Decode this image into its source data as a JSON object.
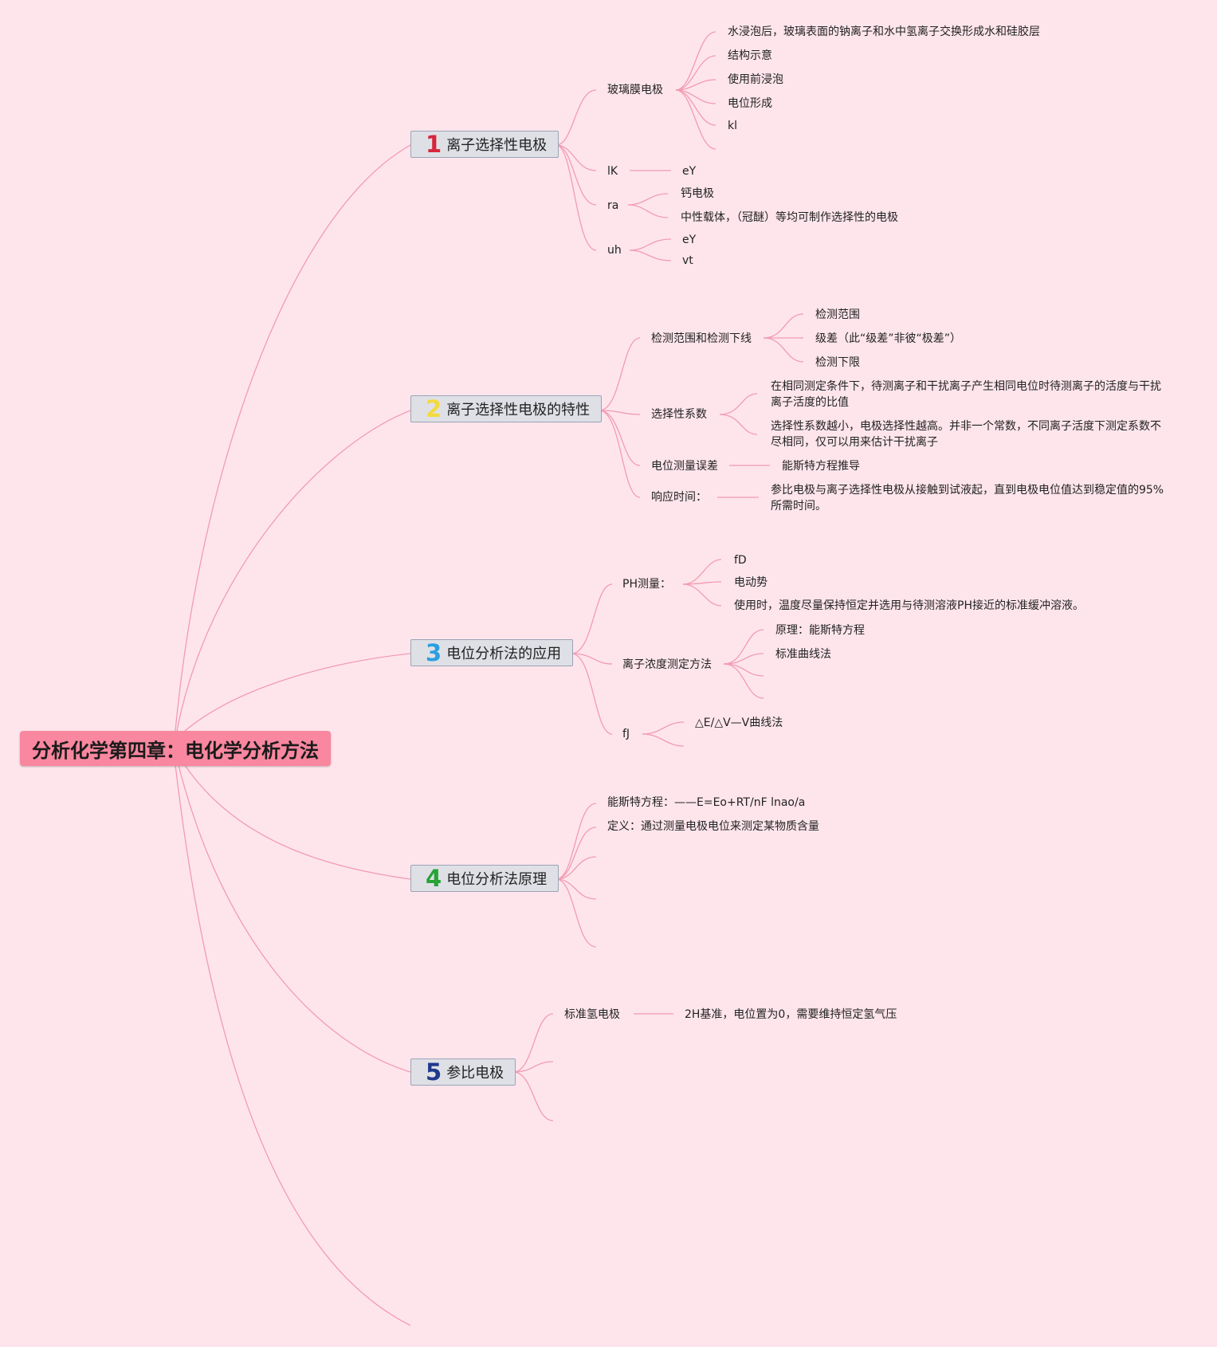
{
  "root": {
    "label": "分析化学第四章：电化学分析方法"
  },
  "branches": [
    {
      "number": "1",
      "label": "离子选择性电极",
      "children": [
        {
          "label": "玻璃膜电极",
          "children": [
            "水浸泡后，玻璃表面的钠离子和水中氢离子交换形成水和硅胶层",
            "结构示意",
            "使用前浸泡",
            "电位形成",
            "kl"
          ]
        },
        {
          "label": "lK",
          "children": [
            "eY"
          ]
        },
        {
          "label": "ra",
          "children": [
            "钙电极",
            "中性载体，（冠醚）等均可制作选择性的电极"
          ]
        },
        {
          "label": "uh",
          "children": [
            "eY",
            "vt"
          ]
        }
      ]
    },
    {
      "number": "2",
      "label": "离子选择性电极的特性",
      "children": [
        {
          "label": "检测范围和检测下线",
          "children": [
            "检测范围",
            "级差（此“级差”非彼“极差”）",
            "检测下限"
          ]
        },
        {
          "label": "选择性系数",
          "children": [
            "在相同测定条件下，待测离子和干扰离子产生相同电位时待测离子的活度与干扰离子活度的比值",
            "选择性系数越小，电极选择性越高。并非一个常数，不同离子活度下测定系数不尽相同，仅可以用来估计干扰离子"
          ]
        },
        {
          "label": "电位测量误差",
          "children": [
            "能斯特方程推导"
          ]
        },
        {
          "label": "响应时间：",
          "children": [
            "参比电极与离子选择性电极从接触到试液起，直到电极电位值达到稳定值的95%所需时间。"
          ]
        }
      ]
    },
    {
      "number": "3",
      "label": "电位分析法的应用",
      "children": [
        {
          "label": "PH测量：",
          "children": [
            "fD",
            "电动势",
            "使用时，温度尽量保持恒定并选用与待测溶液PH接近的标准缓冲溶液。"
          ]
        },
        {
          "label": "离子浓度测定方法",
          "children": [
            "原理：能斯特方程",
            "标准曲线法"
          ]
        },
        {
          "label": "fJ",
          "children": [
            "△E/△V—V曲线法"
          ]
        }
      ]
    },
    {
      "number": "4",
      "label": "电位分析法原理",
      "children": [
        {
          "label": "能斯特方程：——E=Eo+RT/nF lnao/a",
          "children": []
        },
        {
          "label": "定义：通过测量电极电位来测定某物质含量",
          "children": []
        }
      ]
    },
    {
      "number": "5",
      "label": "参比电极",
      "children": [
        {
          "label": "标准氢电极",
          "children": [
            "2H基准，电位置为0，需要维持恒定氢气压"
          ]
        }
      ]
    }
  ]
}
